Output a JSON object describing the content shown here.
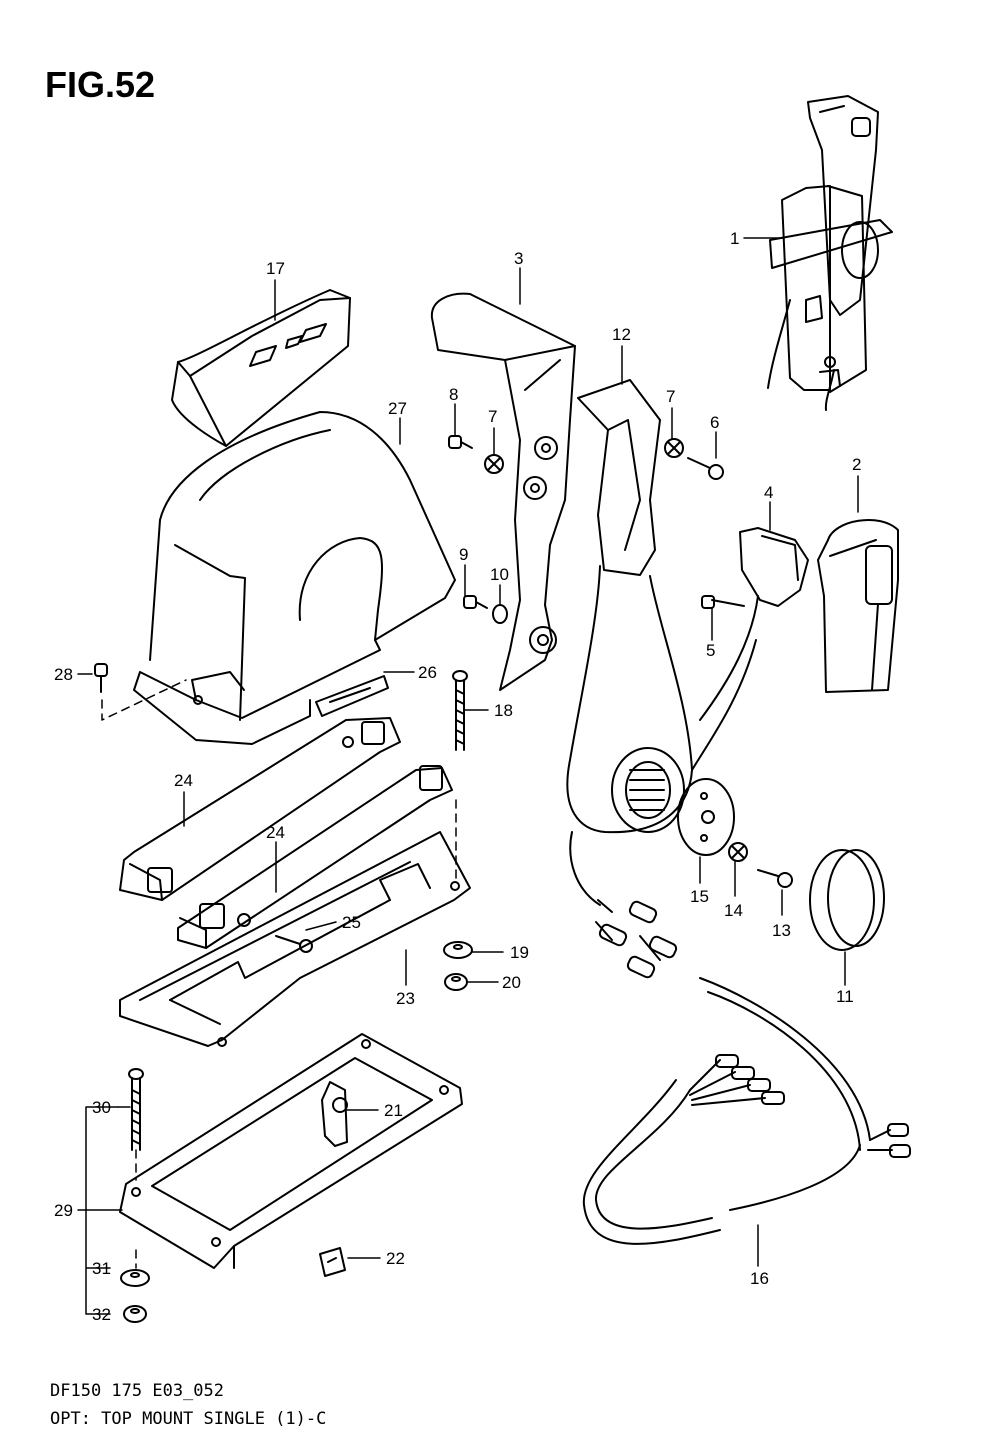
{
  "figure": {
    "title": "FIG.52",
    "code": "DF150 175 E03_052",
    "caption": "OPT: TOP MOUNT SINGLE (1)-C"
  },
  "callouts": {
    "c1": "1",
    "c2": "2",
    "c3": "3",
    "c4": "4",
    "c5": "5",
    "c6": "6",
    "c7a": "7",
    "c7b": "7",
    "c8": "8",
    "c9": "9",
    "c10": "10",
    "c11": "11",
    "c12": "12",
    "c13": "13",
    "c14": "14",
    "c15": "15",
    "c16": "16",
    "c17": "17",
    "c18": "18",
    "c19": "19",
    "c20": "20",
    "c21": "21",
    "c22": "22",
    "c23": "23",
    "c24a": "24",
    "c24b": "24",
    "c25": "25",
    "c26": "26",
    "c27": "27",
    "c28": "28",
    "c29": "29",
    "c30": "30",
    "c31": "31",
    "c32": "32"
  }
}
